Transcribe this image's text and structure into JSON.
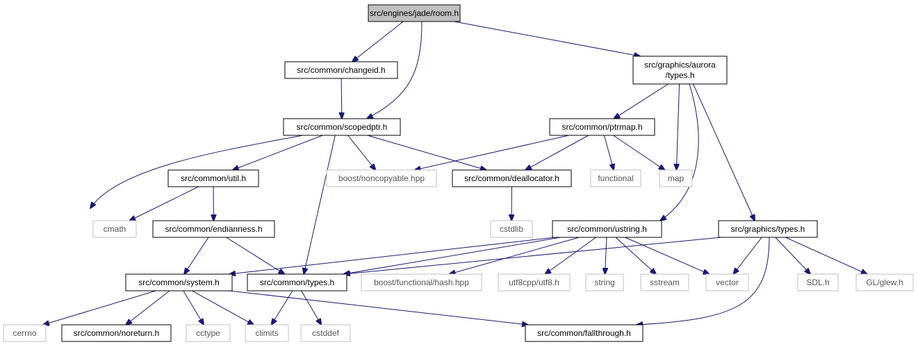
{
  "diagram": {
    "title": "",
    "colors": {
      "edge": "#191970",
      "root_fill": "#bfbfbf",
      "node_border": "#000000",
      "external_border": "#bfbfbf",
      "external_text": "#555555"
    },
    "nodes": [
      {
        "id": "room",
        "lines": [
          "src/engines/jade/room.h"
        ],
        "kind": "root"
      },
      {
        "id": "changeid",
        "lines": [
          "src/common/changeid.h"
        ],
        "kind": "file"
      },
      {
        "id": "aurora_types",
        "lines": [
          "src/graphics/aurora",
          "/types.h"
        ],
        "kind": "file"
      },
      {
        "id": "scopedptr",
        "lines": [
          "src/common/scopedptr.h"
        ],
        "kind": "file"
      },
      {
        "id": "ptrmap",
        "lines": [
          "src/common/ptrmap.h"
        ],
        "kind": "file"
      },
      {
        "id": "util",
        "lines": [
          "src/common/util.h"
        ],
        "kind": "file"
      },
      {
        "id": "noncopyable",
        "lines": [
          "boost/noncopyable.hpp"
        ],
        "kind": "external"
      },
      {
        "id": "deallocator",
        "lines": [
          "src/common/deallocator.h"
        ],
        "kind": "file"
      },
      {
        "id": "functional",
        "lines": [
          "functional"
        ],
        "kind": "external"
      },
      {
        "id": "map",
        "lines": [
          "map"
        ],
        "kind": "external"
      },
      {
        "id": "cmath",
        "lines": [
          "cmath"
        ],
        "kind": "external"
      },
      {
        "id": "endianness",
        "lines": [
          "src/common/endianness.h"
        ],
        "kind": "file"
      },
      {
        "id": "cstdlib",
        "lines": [
          "cstdlib"
        ],
        "kind": "external"
      },
      {
        "id": "ustring",
        "lines": [
          "src/common/ustring.h"
        ],
        "kind": "file"
      },
      {
        "id": "graphics_types",
        "lines": [
          "src/graphics/types.h"
        ],
        "kind": "file"
      },
      {
        "id": "system",
        "lines": [
          "src/common/system.h"
        ],
        "kind": "file"
      },
      {
        "id": "types",
        "lines": [
          "src/common/types.h"
        ],
        "kind": "file"
      },
      {
        "id": "hash",
        "lines": [
          "boost/functional/hash.hpp"
        ],
        "kind": "external"
      },
      {
        "id": "utf8",
        "lines": [
          "utf8cpp/utf8.h"
        ],
        "kind": "external"
      },
      {
        "id": "string",
        "lines": [
          "string"
        ],
        "kind": "external"
      },
      {
        "id": "sstream",
        "lines": [
          "sstream"
        ],
        "kind": "external"
      },
      {
        "id": "vector",
        "lines": [
          "vector"
        ],
        "kind": "external"
      },
      {
        "id": "sdl",
        "lines": [
          "SDL.h"
        ],
        "kind": "external"
      },
      {
        "id": "glew",
        "lines": [
          "GL/glew.h"
        ],
        "kind": "external"
      },
      {
        "id": "cerrno",
        "lines": [
          "cerrno"
        ],
        "kind": "external"
      },
      {
        "id": "noreturn",
        "lines": [
          "src/common/noreturn.h"
        ],
        "kind": "file"
      },
      {
        "id": "cctype",
        "lines": [
          "cctype"
        ],
        "kind": "external"
      },
      {
        "id": "climits",
        "lines": [
          "climits"
        ],
        "kind": "external"
      },
      {
        "id": "cstddef",
        "lines": [
          "cstddef"
        ],
        "kind": "external"
      },
      {
        "id": "fallthrough",
        "lines": [
          "src/common/fallthrough.h"
        ],
        "kind": "file"
      }
    ],
    "edges": [
      {
        "from": "room",
        "to": "changeid"
      },
      {
        "from": "room",
        "to": "scopedptr"
      },
      {
        "from": "room",
        "to": "aurora_types"
      },
      {
        "from": "changeid",
        "to": "scopedptr"
      },
      {
        "from": "scopedptr",
        "to": "system"
      },
      {
        "from": "scopedptr",
        "to": "util"
      },
      {
        "from": "scopedptr",
        "to": "types"
      },
      {
        "from": "scopedptr",
        "to": "noncopyable"
      },
      {
        "from": "scopedptr",
        "to": "deallocator"
      },
      {
        "from": "aurora_types",
        "to": "ptrmap"
      },
      {
        "from": "aurora_types",
        "to": "map"
      },
      {
        "from": "aurora_types",
        "to": "ustring"
      },
      {
        "from": "aurora_types",
        "to": "graphics_types"
      },
      {
        "from": "ptrmap",
        "to": "noncopyable"
      },
      {
        "from": "ptrmap",
        "to": "deallocator"
      },
      {
        "from": "ptrmap",
        "to": "functional"
      },
      {
        "from": "ptrmap",
        "to": "map"
      },
      {
        "from": "util",
        "to": "cmath"
      },
      {
        "from": "util",
        "to": "endianness"
      },
      {
        "from": "deallocator",
        "to": "cstdlib"
      },
      {
        "from": "endianness",
        "to": "system"
      },
      {
        "from": "endianness",
        "to": "types"
      },
      {
        "from": "ustring",
        "to": "system"
      },
      {
        "from": "ustring",
        "to": "types"
      },
      {
        "from": "ustring",
        "to": "hash"
      },
      {
        "from": "ustring",
        "to": "utf8"
      },
      {
        "from": "ustring",
        "to": "string"
      },
      {
        "from": "ustring",
        "to": "sstream"
      },
      {
        "from": "ustring",
        "to": "vector"
      },
      {
        "from": "graphics_types",
        "to": "types"
      },
      {
        "from": "graphics_types",
        "to": "vector"
      },
      {
        "from": "graphics_types",
        "to": "sdl"
      },
      {
        "from": "graphics_types",
        "to": "glew"
      },
      {
        "from": "graphics_types",
        "to": "fallthrough"
      },
      {
        "from": "system",
        "to": "cerrno"
      },
      {
        "from": "system",
        "to": "noreturn"
      },
      {
        "from": "system",
        "to": "cctype"
      },
      {
        "from": "system",
        "to": "climits"
      },
      {
        "from": "system",
        "to": "fallthrough"
      },
      {
        "from": "types",
        "to": "climits"
      },
      {
        "from": "types",
        "to": "cstddef"
      }
    ]
  }
}
